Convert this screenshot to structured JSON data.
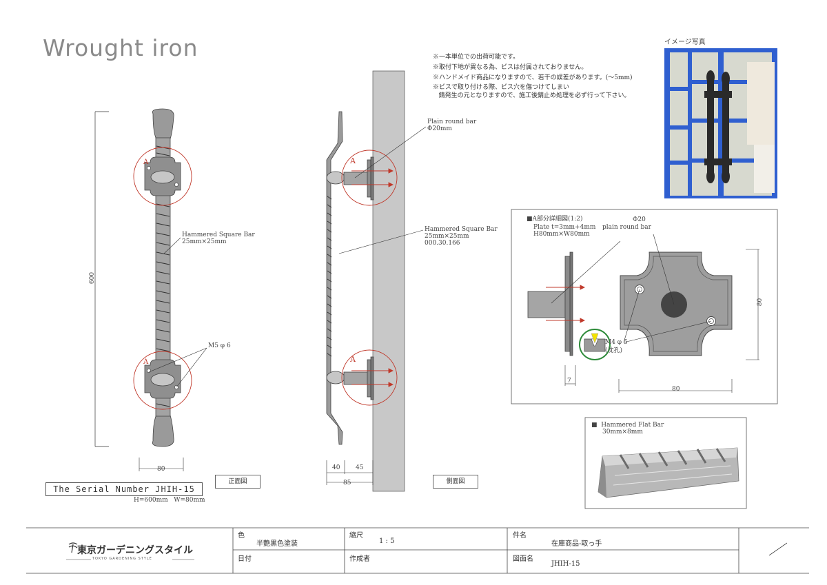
{
  "title": "Wrought iron",
  "notes": [
    "※一本単位での出荷可能です。",
    "※取付下地が異なる為、ビスは付属されておりません。",
    "※ハンドメイド商品になりますので、若干の誤差があります。(～5mm)",
    "※ビスで取り付ける際、ビス穴を傷つけてしまい",
    "   錆発生の元となりますので、施工後錆止め処理を必ず行って下さい。"
  ],
  "photo_label": "イメージ写真",
  "front_view": {
    "height_dim": "600",
    "width_dim": "80",
    "bar_label_1": "Hammered Square Bar",
    "bar_label_2": "25mm×25mm",
    "screw_label": "M5 φ 6",
    "marker_a": "A",
    "view_label": "正面図"
  },
  "side_view": {
    "round_bar_1": "Plain round bar",
    "round_bar_2": "Φ20mm",
    "bar_label_1": "Hammered Square Bar",
    "bar_label_2": "25mm×25mm",
    "bar_label_3": "000.30.166",
    "dim_40": "40",
    "dim_45": "45",
    "dim_85": "85",
    "marker_a": "A",
    "view_label": "側面図"
  },
  "detail": {
    "title": "■A部分詳細図(1:2)",
    "plate_1": "Plate t=3mm+4mm",
    "plate_2": "H80mm×W80mm",
    "phi": "Φ20",
    "round_bar": "plain round bar",
    "screw_1": "M4 φ 5",
    "screw_2": "(沈孔)",
    "dim_80_v": "80",
    "dim_80_h": "80",
    "dim_7": "7"
  },
  "flat_bar": {
    "label_1": "■  Hammered Flat Bar",
    "label_2": "30mm×8mm"
  },
  "serial": {
    "number": "The Serial Number JHIH-15",
    "size": "H=600mm   W=80mm"
  },
  "title_block": {
    "company_jp": "東京ガーデニングスタイル",
    "company_en": "TOKYO GARDENING STYLE",
    "color_label": "色",
    "color_value": "半艶黒色塗装",
    "scale_label": "縮尺",
    "scale_value": "1  :  5",
    "item_label": "件名",
    "item_value": "在庫商品-取っ手",
    "date_label": "日付",
    "author_label": "作成者",
    "drawing_label": "図面名",
    "drawing_value": "JHIH-15"
  },
  "colors": {
    "iron": "#9a9a9a",
    "iron_dark": "#555555",
    "wall": "#c8c8c8",
    "callout": "#c0392b",
    "green": "#2e8b3a",
    "door_blue": "#2f5fd0"
  }
}
